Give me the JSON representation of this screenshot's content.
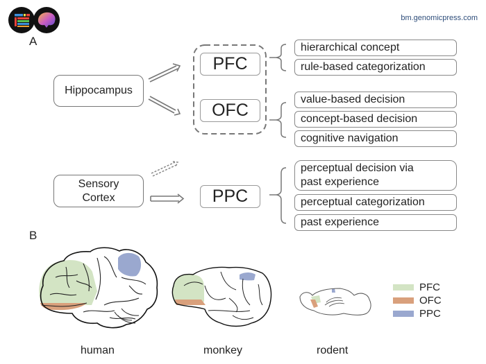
{
  "header": {
    "logos": [
      {
        "name": "journal-logo-icon"
      },
      {
        "name": "brain-logo-icon"
      }
    ],
    "site": "bm.genomicpress.com"
  },
  "panel_a": {
    "label": "A",
    "sources": {
      "hippocampus": "Hippocampus",
      "sensory_line1": "Sensory",
      "sensory_line2": "Cortex"
    },
    "regions": {
      "pfc": "PFC",
      "ofc": "OFC",
      "ppc": "PPC"
    },
    "functions": {
      "pfc": [
        "hierarchical concept",
        "rule-based categorization"
      ],
      "ofc": [
        "value-based decision",
        "concept-based decision",
        "cognitive navigation"
      ],
      "ppc": [
        "perceptual decision via",
        "past experience",
        "perceptual categorization",
        "past experience"
      ]
    }
  },
  "panel_b": {
    "label": "B",
    "species": [
      "human",
      "monkey",
      "rodent"
    ],
    "legend": [
      {
        "label": "PFC",
        "color": "#d3e4c4"
      },
      {
        "label": "OFC",
        "color": "#d9a07c"
      },
      {
        "label": "PPC",
        "color": "#9aa8cf"
      }
    ]
  }
}
